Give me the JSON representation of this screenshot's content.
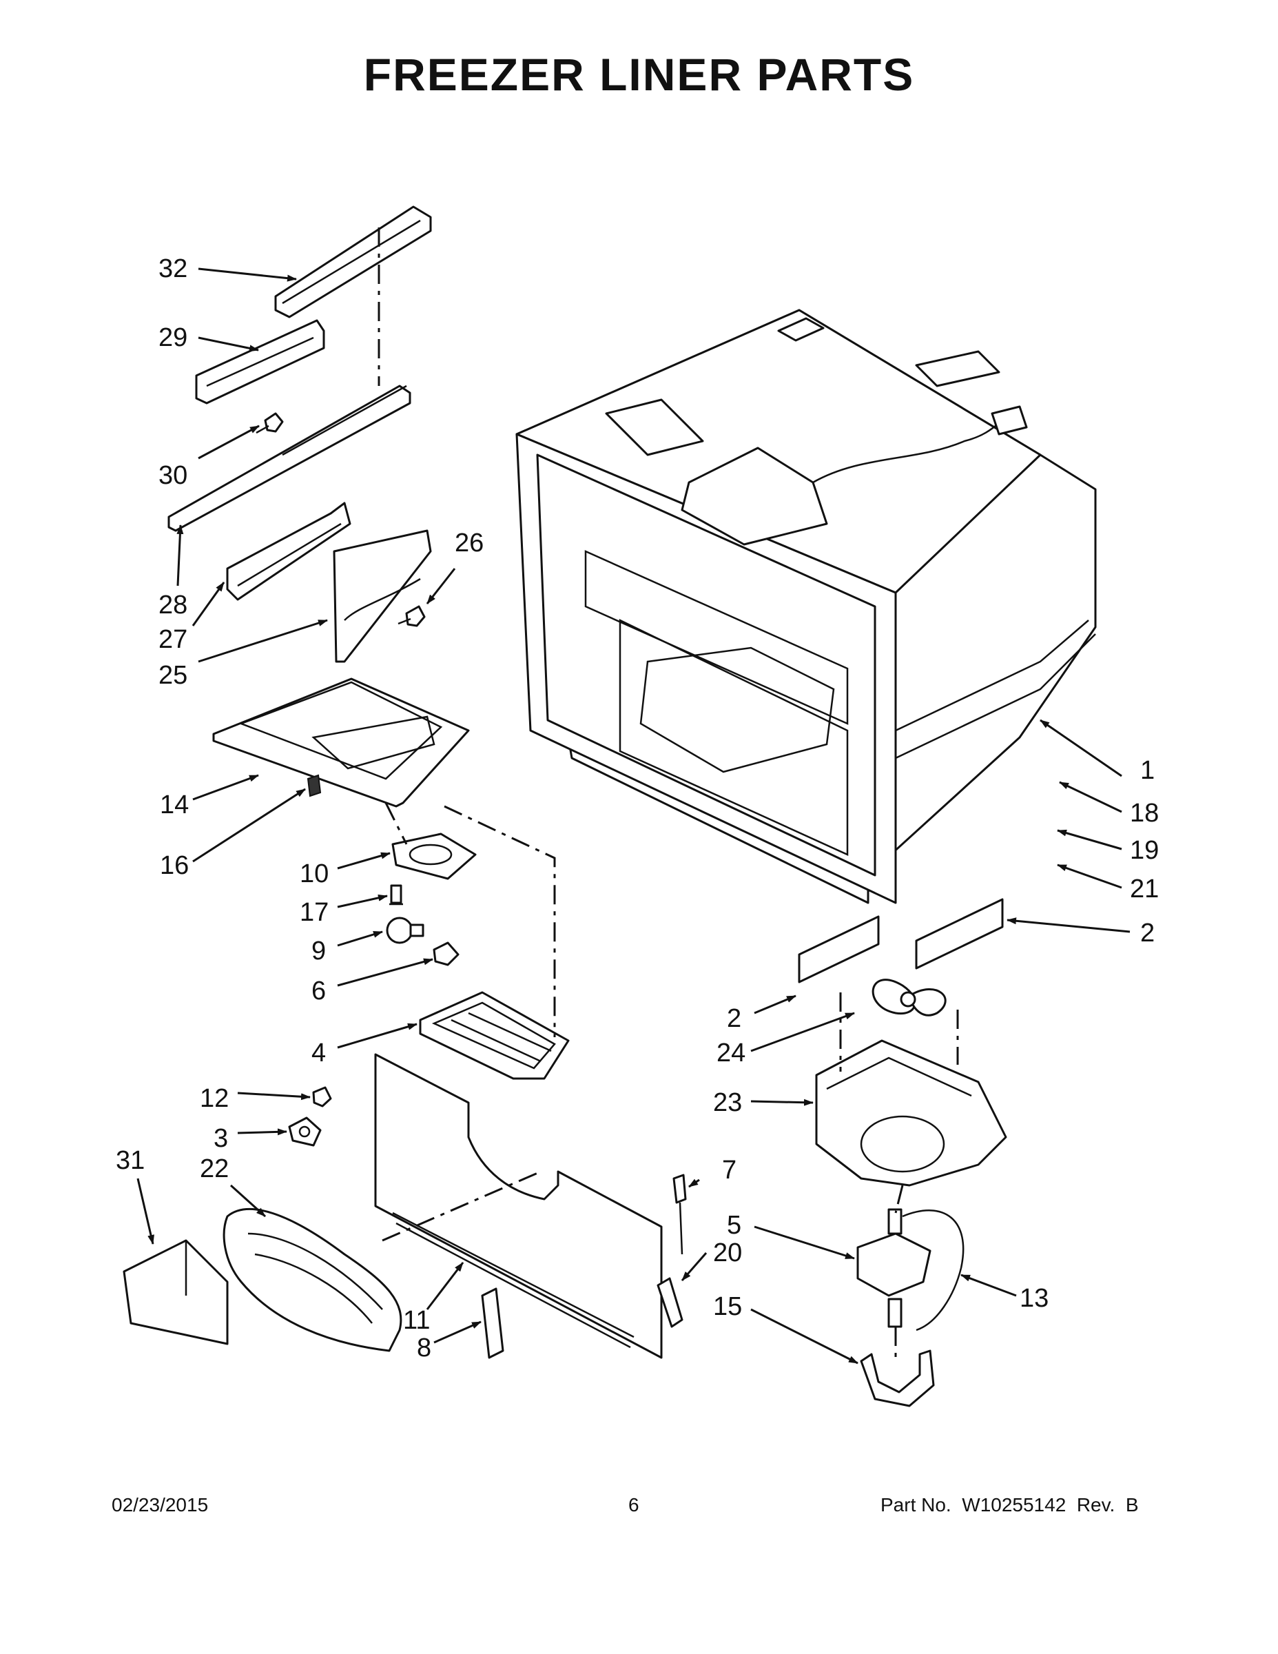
{
  "title": "FREEZER LINER PARTS",
  "footer": {
    "date": "02/23/2015",
    "page": "6",
    "part_number": "Part No.  W10255142  Rev.  B"
  },
  "callouts": {
    "c1": "1",
    "c2a": "2",
    "c2b": "2",
    "c3": "3",
    "c4": "4",
    "c5": "5",
    "c6": "6",
    "c7": "7",
    "c8": "8",
    "c9": "9",
    "c10": "10",
    "c11": "11",
    "c12": "12",
    "c13": "13",
    "c14": "14",
    "c15": "15",
    "c16": "16",
    "c17": "17",
    "c18": "18",
    "c19": "19",
    "c20": "20",
    "c21": "21",
    "c22": "22",
    "c23": "23",
    "c24": "24",
    "c25": "25",
    "c26": "26",
    "c27": "27",
    "c28": "28",
    "c29": "29",
    "c30": "30",
    "c31": "31",
    "c32": "32"
  }
}
